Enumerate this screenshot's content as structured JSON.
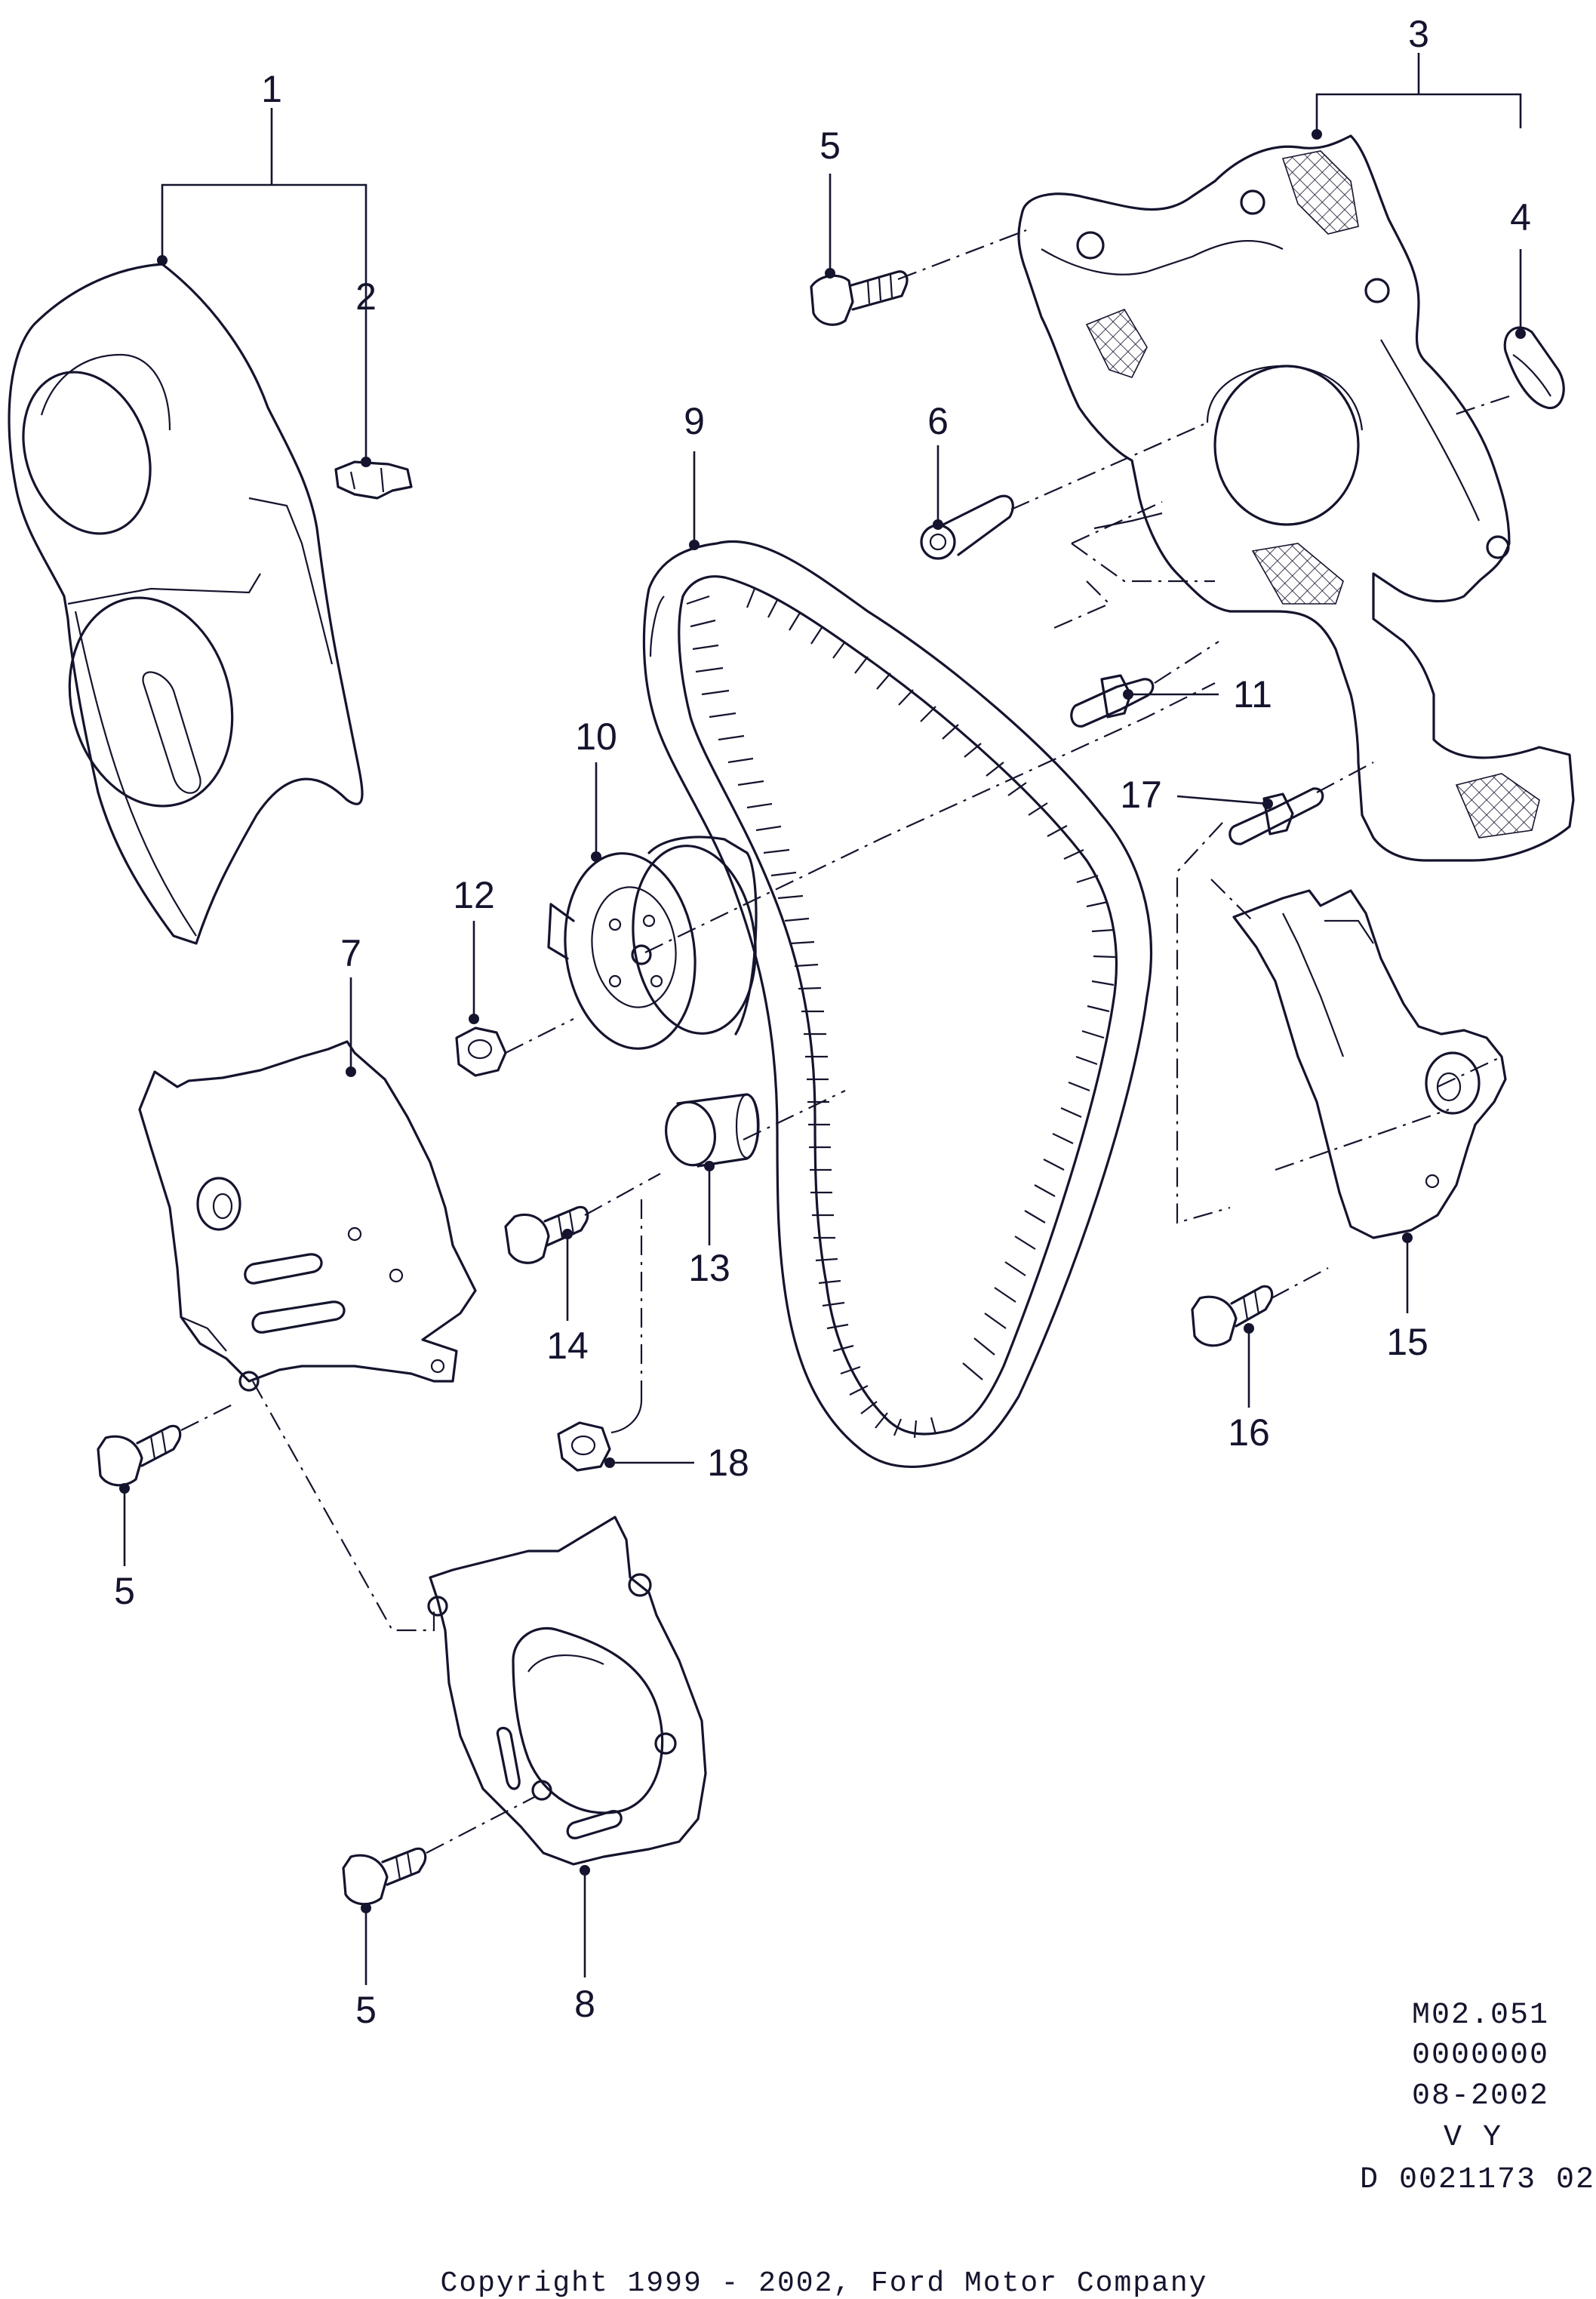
{
  "callouts": {
    "c1": "1",
    "c2": "2",
    "c3": "3",
    "c4": "4",
    "c5_top": "5",
    "c5_left": "5",
    "c5_bottom": "5",
    "c6": "6",
    "c7": "7",
    "c8": "8",
    "c9": "9",
    "c10": "10",
    "c11": "11",
    "c12": "12",
    "c13": "13",
    "c14": "14",
    "c15": "15",
    "c16": "16",
    "c17": "17",
    "c18": "18"
  },
  "reference": {
    "line1": "M02.051",
    "line2": "0000000",
    "line3": "08-2002",
    "line4": "V Y",
    "line5": "D 0021173 02"
  },
  "copyright": "Copyright 1999 - 2002, Ford Motor Company"
}
